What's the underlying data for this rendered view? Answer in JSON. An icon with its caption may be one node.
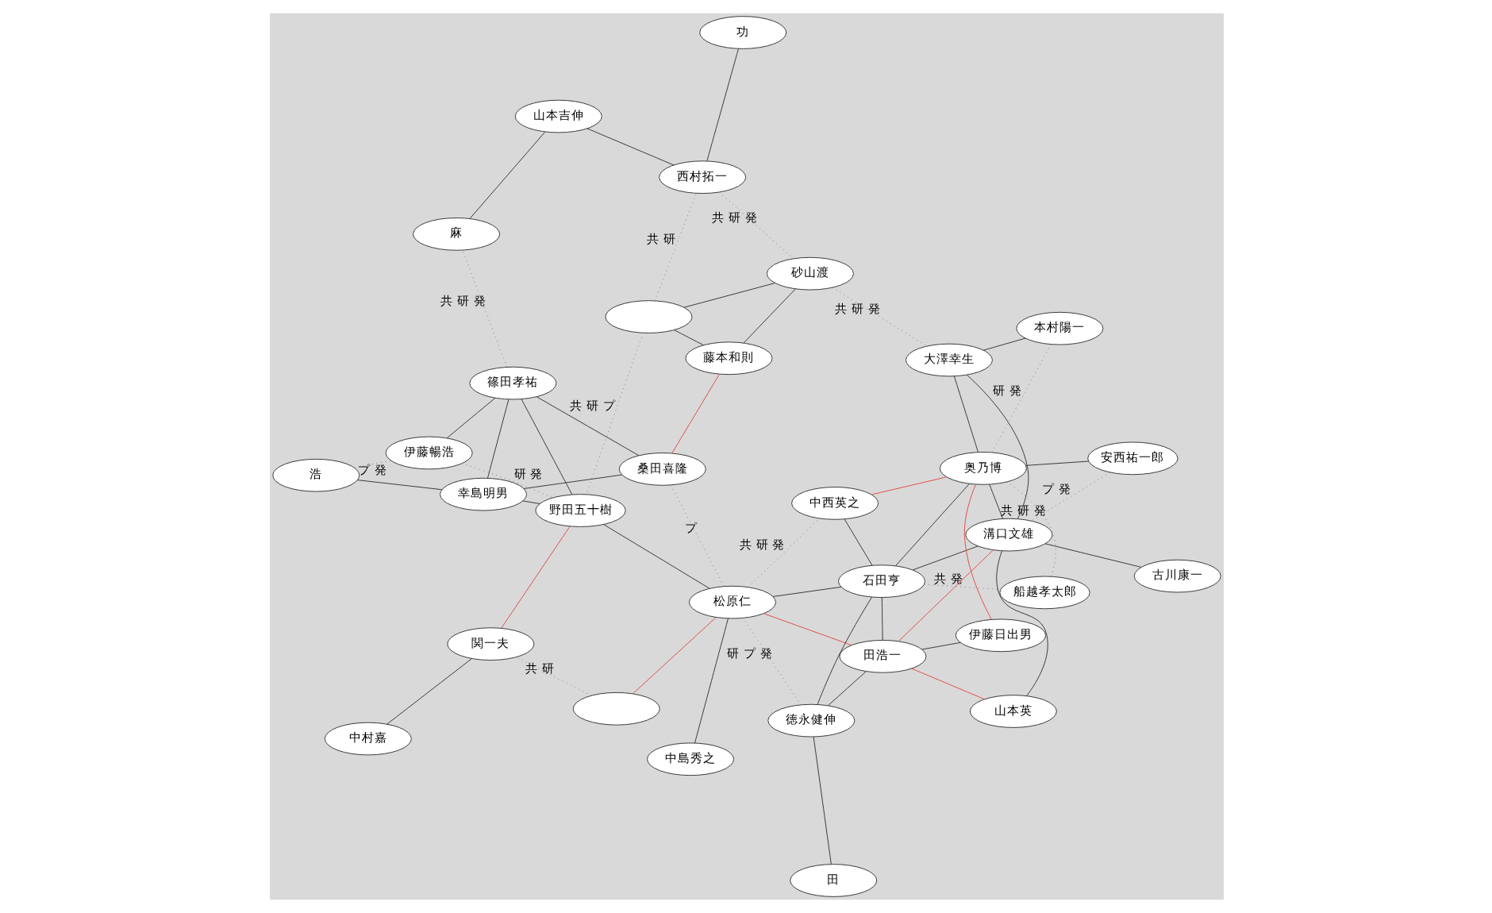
{
  "diagram": {
    "nodes": [
      {
        "text": [
          "浩"
        ]
      },
      {
        "text": [
          "桑田喜隆"
        ]
      },
      {
        "text": [
          "幸島明男"
        ]
      },
      {
        "text": [
          "篠田孝祐"
        ]
      },
      {
        "text": [
          "伊藤暢浩"
        ]
      },
      {
        "text": [
          "関一夫"
        ]
      },
      {
        "text": [
          "松原仁"
        ]
      },
      {
        "text": [
          "中西英之"
        ]
      },
      {
        "text": [
          "田"
        ]
      },
      {
        "text": [
          "徳永健伸"
        ]
      },
      {
        "text": [
          "山本英"
        ]
      },
      {
        "text": [
          "野田五十樹"
        ]
      },
      {
        "text": [
          "石田亨"
        ]
      },
      {
        "text": [
          "中島秀之"
        ]
      },
      {
        "text": [
          "田浩一"
        ]
      },
      {
        "text": [
          "中村嘉"
        ]
      },
      {
        "text": [
          "麻"
        ]
      },
      {
        "text": [
          "山本吉伸"
        ]
      },
      {
        "text": [
          "伊藤日出男"
        ]
      },
      {
        "text": [
          "安西祐一郎"
        ]
      },
      {
        "text": [
          "溝口文雄"
        ]
      },
      {
        "text": [
          "古川康一"
        ]
      },
      {
        "text": [
          "功"
        ]
      },
      {
        "text": [
          "本村陽一"
        ]
      },
      {
        "text": [
          "西村拓一"
        ]
      },
      {
        "text": [
          "船越孝太郎"
        ]
      },
      {
        "text": [
          "奥乃博"
        ]
      },
      {
        "text": [
          "藤本和則"
        ]
      },
      {
        "text": [
          "大澤幸生"
        ]
      },
      {
        "text": [
          "砂山渡"
        ]
      },
      {
        "text": [],
        "shape": "ellipse"
      },
      {
        "text": [],
        "shape": "ellipse"
      }
    ],
    "edges": [
      {
        "from": 1,
        "to": 2,
        "arrow": "none"
      },
      {
        "from": 1,
        "to": 3,
        "arrow": "none"
      },
      {
        "from": 2,
        "to": 3,
        "arrow": "none"
      },
      {
        "from": 2,
        "to": 11,
        "arrow": "none"
      },
      {
        "from": 3,
        "to": 4,
        "arrow": "none"
      },
      {
        "from": 3,
        "to": 11,
        "arrow": "none"
      },
      {
        "from": 31,
        "to": 6,
        "arrow": "none",
        "color": "#e04848"
      },
      {
        "from": 5,
        "to": 11,
        "arrow": "none",
        "color": "#e04848"
      },
      {
        "from": 5,
        "to": 15,
        "arrow": "none"
      },
      {
        "from": 6,
        "to": 11,
        "arrow": "none"
      },
      {
        "from": 6,
        "to": 14,
        "arrow": "none",
        "color": "#e04848"
      },
      {
        "from": 6,
        "to": 12,
        "arrow": "none"
      },
      {
        "from": 6,
        "to": 13,
        "arrow": "none"
      },
      {
        "from": 7,
        "to": 12,
        "arrow": "none"
      },
      {
        "from": 7,
        "to": 26,
        "arrow": "none",
        "color": "#e04848"
      },
      {
        "from": 9,
        "to": 12,
        "arrow": "none"
      },
      {
        "from": 9,
        "to": 14,
        "arrow": "none"
      },
      {
        "from": 9,
        "to": 8,
        "arrow": "none"
      },
      {
        "from": 10,
        "to": 14,
        "arrow": "none",
        "color": "#e04848"
      },
      {
        "from": 10,
        "to": 20,
        "arrow": "none"
      },
      {
        "from": 12,
        "to": 14,
        "arrow": "none"
      },
      {
        "from": 12,
        "to": 20,
        "arrow": "none"
      },
      {
        "from": 12,
        "to": 26,
        "arrow": "none"
      },
      {
        "from": 14,
        "to": 18,
        "arrow": "none"
      },
      {
        "from": 14,
        "to": 20,
        "arrow": "none",
        "color": "#e04848"
      },
      {
        "from": 18,
        "to": 26,
        "arrow": "none",
        "color": "#e04848"
      },
      {
        "from": 19,
        "to": 26,
        "arrow": "none"
      },
      {
        "from": 20,
        "to": 26,
        "arrow": "none"
      },
      {
        "from": 20,
        "to": 28,
        "arrow": "none"
      },
      {
        "from": 21,
        "to": 20,
        "arrow": "none"
      },
      {
        "from": 23,
        "to": 28,
        "arrow": "none"
      },
      {
        "from": 24,
        "to": 17,
        "arrow": "none"
      },
      {
        "from": 24,
        "to": 22,
        "arrow": "none"
      },
      {
        "from": 16,
        "to": 17,
        "arrow": "none"
      },
      {
        "from": 1,
        "to": 27,
        "arrow": "none",
        "color": "#e04848"
      },
      {
        "from": 30,
        "to": 27,
        "arrow": "none"
      },
      {
        "from": 30,
        "to": 29,
        "arrow": "none"
      },
      {
        "from": 29,
        "to": 27,
        "arrow": "none"
      },
      {
        "from": 28,
        "to": 26,
        "arrow": "none"
      },
      {
        "from": 0,
        "to": 2,
        "arrow": "none"
      },
      {
        "from": 4,
        "to": 11,
        "arrow": "none",
        "style": "dashed",
        "label": "研 発"
      },
      {
        "from": 24,
        "to": 29,
        "arrow": "none",
        "style": "dashed",
        "label": "共 研 発"
      },
      {
        "from": 30,
        "to": 24,
        "arrow": "none",
        "style": "dashed",
        "label": "共 研"
      },
      {
        "from": 6,
        "to": 7,
        "arrow": "none",
        "style": "dashed",
        "label": "共 研 発"
      },
      {
        "from": 9,
        "to": 6,
        "arrow": "none",
        "style": "dashed",
        "label": "研 プ 発"
      },
      {
        "from": 23,
        "to": 26,
        "arrow": "none",
        "style": "dashed",
        "label": "研 発"
      },
      {
        "from": 26,
        "to": 25,
        "arrow": "none",
        "style": "dashed",
        "label": "共 研 発"
      },
      {
        "from": 30,
        "to": 11,
        "arrow": "none",
        "style": "dashed",
        "label": "共 研 プ"
      },
      {
        "from": 1,
        "to": 6,
        "arrow": "none",
        "style": "dashed",
        "label": "プ"
      },
      {
        "from": 12,
        "to": 25,
        "arrow": "none",
        "style": "dashed",
        "label": "共 発"
      },
      {
        "from": 19,
        "to": 20,
        "arrow": "none",
        "style": "dashed",
        "label": "プ 発"
      },
      {
        "from": 0,
        "to": 4,
        "arrow": "none",
        "style": "dashed",
        "label": "プ 発"
      },
      {
        "from": 31,
        "to": 5,
        "arrow": "none",
        "style": "dashed",
        "label": "共 研"
      },
      {
        "from": 29,
        "to": 28,
        "arrow": "none",
        "style": "dashed",
        "label": "共 研 発"
      },
      {
        "from": 3,
        "to": 16,
        "arrow": "none",
        "style": "dashed",
        "label": "共 研 発"
      }
    ]
  }
}
